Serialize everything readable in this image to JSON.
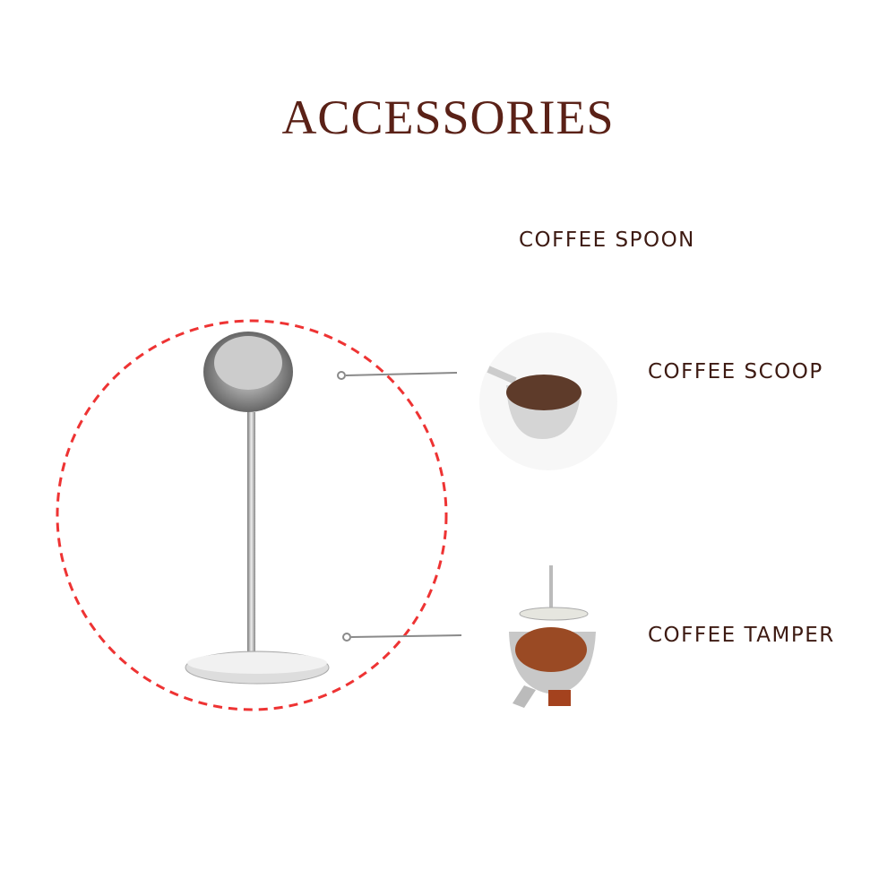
{
  "title": "ACCESSORIES",
  "labels": {
    "spoon": "COFFEE SPOON",
    "scoop": "COFFEE SCOOP",
    "tamper": "COFFEE TAMPER"
  },
  "colors": {
    "title": "#5a2117",
    "dashed_circle": "#ee3333",
    "connector": "#8a8a8a"
  }
}
